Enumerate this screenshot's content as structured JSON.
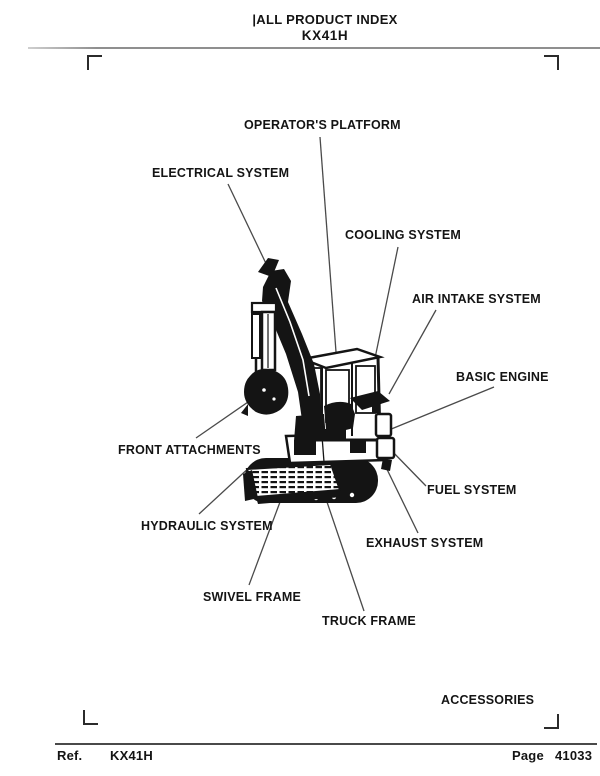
{
  "header": {
    "title": "|ALL PRODUCT INDEX",
    "model": "KX41H"
  },
  "diagram": {
    "subject": "KX41H compact excavator line drawing",
    "labels": [
      {
        "id": "operators-platform",
        "text": "OPERATOR'S PLATFORM"
      },
      {
        "id": "electrical-system",
        "text": "ELECTRICAL SYSTEM"
      },
      {
        "id": "cooling-system",
        "text": "COOLING SYSTEM"
      },
      {
        "id": "air-intake-system",
        "text": "AIR INTAKE SYSTEM"
      },
      {
        "id": "basic-engine",
        "text": "BASIC ENGINE"
      },
      {
        "id": "front-attachments",
        "text": "FRONT ATTACHMENTS"
      },
      {
        "id": "fuel-system",
        "text": "FUEL SYSTEM"
      },
      {
        "id": "hydraulic-system",
        "text": "HYDRAULIC SYSTEM"
      },
      {
        "id": "exhaust-system",
        "text": "EXHAUST SYSTEM"
      },
      {
        "id": "swivel-frame",
        "text": "SWIVEL FRAME"
      },
      {
        "id": "truck-frame",
        "text": "TRUCK FRAME"
      },
      {
        "id": "accessories",
        "text": "ACCESSORIES"
      }
    ]
  },
  "footer": {
    "ref_label": "Ref.",
    "ref_value": "KX41H",
    "page_label": "Page",
    "page_value": "41033"
  },
  "colors": {
    "paper": "#ffffff",
    "ink": "#141414",
    "leader_line": "#4a4a4a",
    "rule_top": "#8f8f8f",
    "rule_bottom": "#4a4a4a"
  }
}
